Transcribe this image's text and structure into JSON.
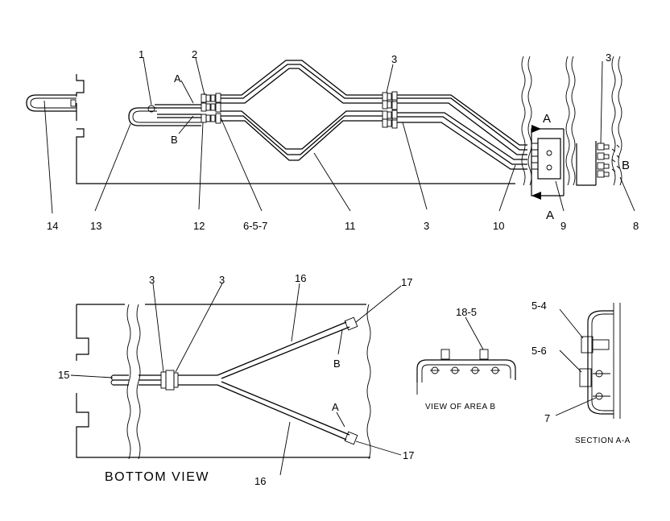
{
  "diagram": {
    "callouts": {
      "c1": "1",
      "c2": "2",
      "c3a": "3",
      "c3b": "3",
      "c3c": "3",
      "c6": "6-5-7",
      "c8": "8",
      "c9": "9",
      "c10": "10",
      "c11": "11",
      "c12": "12",
      "c13": "13",
      "c14": "14",
      "hoseA": "A",
      "hoseB": "B",
      "secA_top": "A",
      "secA_bot": "A",
      "areaB": "B",
      "b3a": "3",
      "b3b": "3",
      "b15": "15",
      "b16a": "16",
      "b16b": "16",
      "b17a": "17",
      "b17b": "17",
      "bA": "A",
      "bB": "B",
      "v185": "18-5",
      "s54": "5-4",
      "s56": "5-6",
      "s7": "7"
    },
    "captions": {
      "bottom_view": "BOTTOM  VIEW",
      "view_area_b": "VIEW  OF  AREA  B",
      "section_aa": "SECTION A-A"
    }
  }
}
